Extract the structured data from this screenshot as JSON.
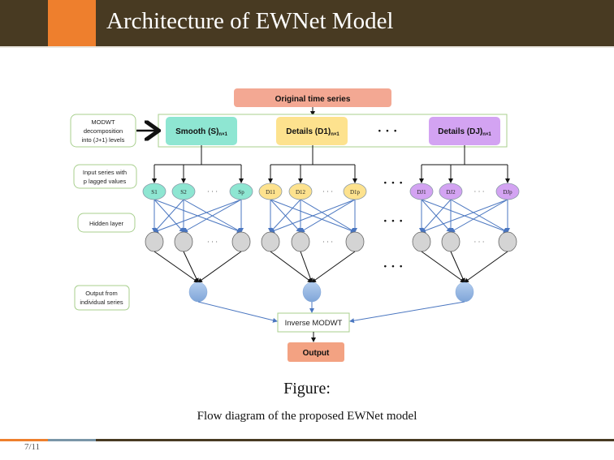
{
  "slide": {
    "title": "Architecture of EWNet Model",
    "figure_label": "Figure:",
    "caption": "Flow diagram of the proposed EWNet model",
    "page": "7/11",
    "colors": {
      "header_bg": "#483a22",
      "accent_orange": "#ee7f2d",
      "accent_blue": "#7a96a8"
    }
  },
  "diagram": {
    "original": "Original time series",
    "side_labels": {
      "modwt": [
        "MODWT",
        "decomposition",
        "into (J+1) levels"
      ],
      "input": [
        "Input series with",
        "p  lagged values"
      ],
      "hidden": "Hidden layer",
      "output": [
        "Output from",
        "individual series"
      ]
    },
    "components": [
      {
        "name": "Smooth",
        "label": "Smooth (S)",
        "sub": "n×1",
        "color": "#8ee6d2",
        "inputs": [
          "S1",
          "S2",
          "Sp"
        ]
      },
      {
        "name": "Details1",
        "label": "Details (D1)",
        "sub": "n×1",
        "color": "#fde28e",
        "inputs": [
          "D11",
          "D12",
          "D1p"
        ]
      },
      {
        "name": "DetailsJ",
        "label": "Details (DJ)",
        "sub": "n×1",
        "color": "#d3a3f2",
        "inputs": [
          "DJ1",
          "DJ2",
          "DJp"
        ]
      }
    ],
    "ellipsis": "· · ·",
    "inverse": "Inverse MODWT",
    "output": "Output"
  }
}
